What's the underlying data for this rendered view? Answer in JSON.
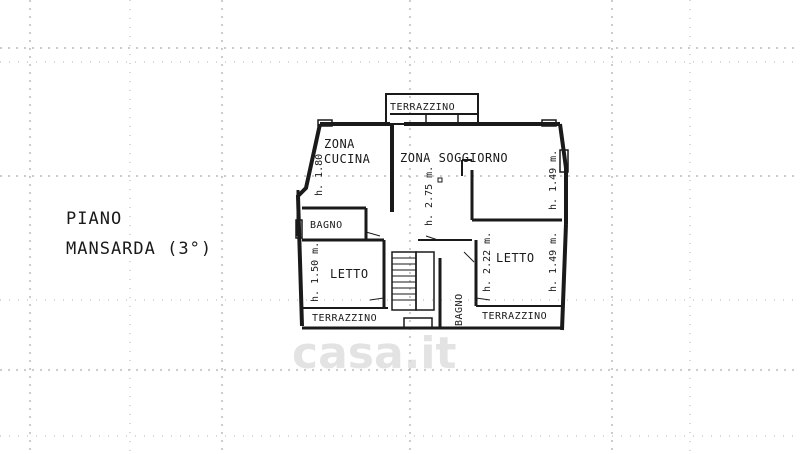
{
  "title": {
    "line1": "PIANO",
    "line2": "MANSARDA (3°)"
  },
  "rooms": {
    "terrazzino_top": "TERRAZZINO",
    "zona_cucina_1": "ZONA",
    "zona_cucina_2": "CUCINA",
    "zona_soggiorno": "ZONA SOGGIORNO",
    "bagno_left": "BAGNO",
    "letto_left": "LETTO",
    "letto_right": "LETTO",
    "bagno_mid": "BAGNO",
    "terrazzino_left": "TERRAZZINO",
    "terrazzino_right": "TERRAZZINO"
  },
  "dimensions": {
    "h_180": "h. 1.80",
    "h_275": "h. 2.75 m.",
    "h_149_top": "h. 1.49 m.",
    "h_150": "h. 1.50 m.",
    "h_222": "h. 2.22 m.",
    "h_149_bottom": "h. 1.49 m."
  },
  "watermark": "casa.it"
}
